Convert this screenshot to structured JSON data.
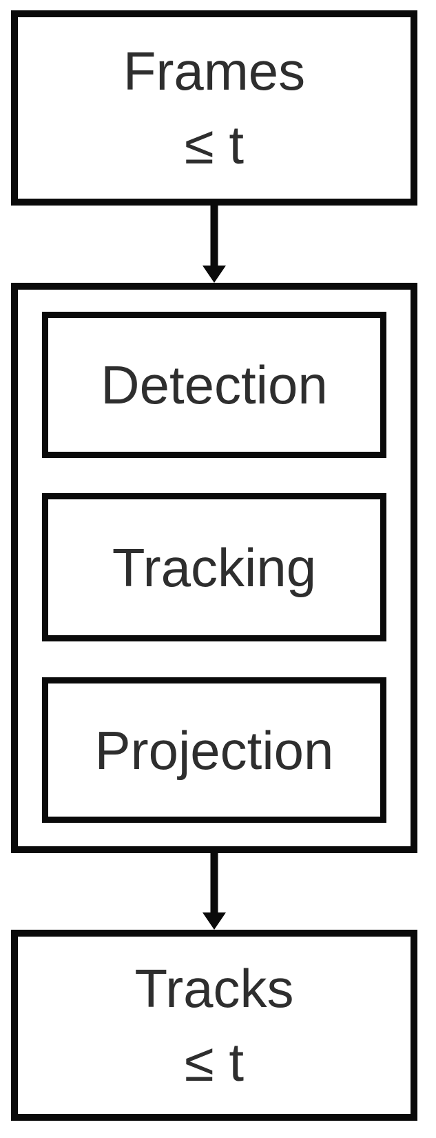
{
  "diagram": {
    "title": "tracking-pipeline-flowchart",
    "colors": {
      "background": "#ffffff",
      "border": "#0a0a0a",
      "text": "#2e2e2e",
      "arrow": "#0a0a0a"
    },
    "input_node": {
      "label_line1": "Frames",
      "label_line2": "≤ t"
    },
    "pipeline": {
      "stages": [
        {
          "label": "Detection"
        },
        {
          "label": "Tracking"
        },
        {
          "label": "Projection"
        }
      ]
    },
    "output_node": {
      "label_line1": "Tracks",
      "label_line2": "≤ t"
    },
    "arrows": [
      {
        "name": "frames-to-pipeline",
        "direction": "down"
      },
      {
        "name": "pipeline-to-tracks",
        "direction": "down"
      }
    ]
  }
}
